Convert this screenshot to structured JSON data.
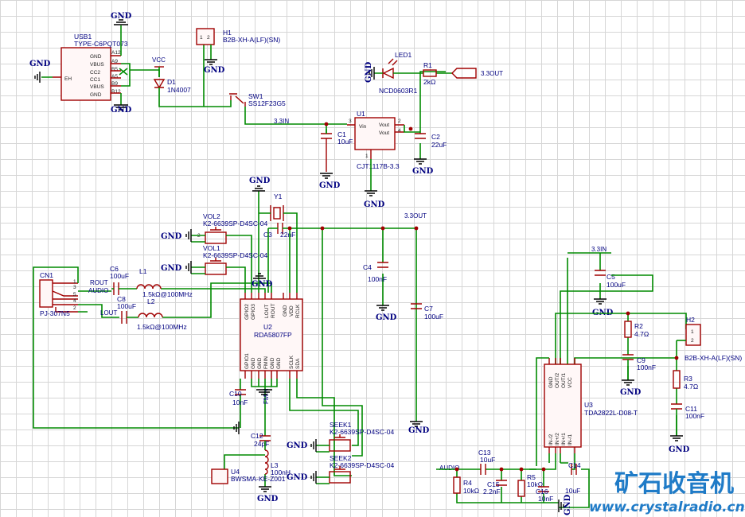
{
  "watermark": {
    "title": "矿石收音机",
    "url": "www.crystalradio.cn"
  },
  "gnd": "GND",
  "vcc": "VCC",
  "nets": {
    "v33in": "3.3IN",
    "v33out": "3.3OUT",
    "audio": "AUDIO",
    "rout": "ROUT",
    "lout": "LOUT",
    "fmin": "FMIN"
  },
  "parts": {
    "usb1": {
      "ref": "USB1",
      "val": "TYPE-C6PQT073",
      "pins": [
        "GND",
        "VBUS",
        "CC2",
        "CC1",
        "VBUS",
        "GND"
      ],
      "pinnos": [
        "A12",
        "A9",
        "B5",
        "A5",
        "B9",
        "B12"
      ],
      "eh": "EH"
    },
    "h1": {
      "ref": "H1",
      "val": "B2B-XH-A(LF)(SN)",
      "pins": [
        "1",
        "2"
      ]
    },
    "d1": {
      "ref": "D1",
      "val": "1N4007"
    },
    "sw1": {
      "ref": "SW1",
      "val": "SS12F23G5"
    },
    "led1": {
      "ref": "LED1",
      "val": "NCD0603R1"
    },
    "r1": {
      "ref": "R1",
      "val": "2kΩ"
    },
    "u1": {
      "ref": "U1",
      "val": "CJT1117B-3.3",
      "pins": [
        "Vin",
        "Vout",
        "Vout"
      ],
      "pinnos": [
        "3",
        "2",
        "4",
        "1"
      ]
    },
    "c1": {
      "ref": "C1",
      "val": "10uF"
    },
    "c2": {
      "ref": "C2",
      "val": "22uF"
    },
    "y1": {
      "ref": "Y1"
    },
    "c3": {
      "ref": "C3",
      "val": "22nF"
    },
    "c4": {
      "ref": "C4",
      "val": "100nF"
    },
    "c7": {
      "ref": "C7",
      "val": "100uF"
    },
    "vol2": {
      "ref": "VOL2",
      "val": "K2-6639SP-D4SC-04"
    },
    "vol1": {
      "ref": "VOL1",
      "val": "K2-6639SP-D4SC-04"
    },
    "cn1": {
      "ref": "CN1",
      "val": "PJ-307N5",
      "pins": [
        "1",
        "3",
        "5",
        "4",
        "2"
      ]
    },
    "c6": {
      "ref": "C6",
      "val": "100uF"
    },
    "c8": {
      "ref": "C8",
      "val": "100uF"
    },
    "l1": {
      "ref": "L1",
      "val": "1.5kΩ@100MHz"
    },
    "l2": {
      "ref": "L2",
      "val": "1.5kΩ@100MHz"
    },
    "u2": {
      "ref": "U2",
      "val": "RDA5807FP",
      "toppins": [
        "GPIO2",
        "GPIO3",
        "LOUT",
        "ROUT",
        "GND",
        "VDD",
        "RCLK"
      ],
      "botpins": [
        "GPIO1",
        "GND",
        "GND",
        "FMIN",
        "GND",
        "GND",
        "SCLK",
        "SDA"
      ]
    },
    "c10": {
      "ref": "C10",
      "val": "10nF"
    },
    "c12": {
      "ref": "C12",
      "val": "24pF"
    },
    "l3": {
      "ref": "L3",
      "val": "100nH"
    },
    "u4": {
      "ref": "U4",
      "val": "BWSMA-KE-Z001"
    },
    "seek1": {
      "ref": "SEEK1",
      "val": "K2-6639SP-D4SC-04"
    },
    "seek2": {
      "ref": "SEEK2",
      "val": "K2-6639SP-D4SC-04"
    },
    "c5": {
      "ref": "C5",
      "val": "100uF"
    },
    "r2": {
      "ref": "R2",
      "val": "4.7Ω"
    },
    "c9": {
      "ref": "C9",
      "val": "100nF"
    },
    "h2": {
      "ref": "H2",
      "val": "B2B-XH-A(LF)(SN)",
      "pins": [
        "1",
        "2"
      ]
    },
    "r3": {
      "ref": "R3",
      "val": "4.7Ω"
    },
    "c11": {
      "ref": "C11",
      "val": "100nF"
    },
    "u3": {
      "ref": "U3",
      "val": "TDA2822L-D08-T",
      "toppins": [
        "GND",
        "OUT/2",
        "OUT/1",
        "VCC"
      ],
      "botpins": [
        "IN-/2",
        "IN+/2",
        "IN+/1",
        "IN-/1"
      ]
    },
    "c13": {
      "ref": "C13",
      "val": "10uF"
    },
    "c14": {
      "ref": "C14",
      "val": "10uF"
    },
    "c15": {
      "ref": "C15",
      "val": "2.2nF"
    },
    "c16": {
      "ref": "C16",
      "val": "10nF"
    },
    "r4": {
      "ref": "R4",
      "val": "10kΩ"
    },
    "r5": {
      "ref": "R5",
      "val": "10kΩ"
    }
  }
}
